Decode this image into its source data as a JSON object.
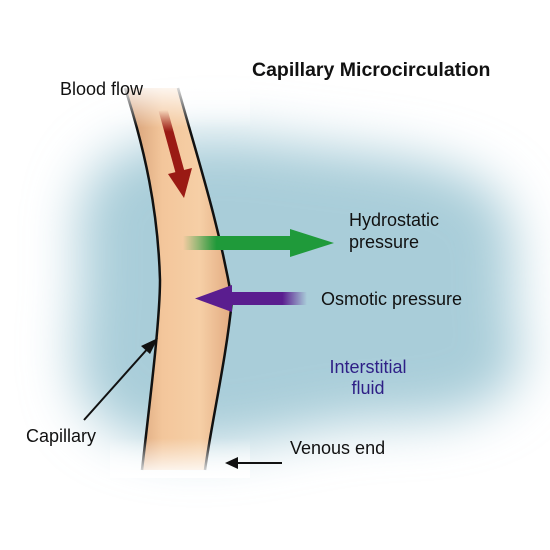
{
  "title": "Capillary Microcirculation",
  "labels": {
    "blood_flow": "Blood flow",
    "hydrostatic_line1": "Hydrostatic",
    "hydrostatic_line2": "pressure",
    "osmotic": "Osmotic pressure",
    "interstitial_line1": "Interstitial",
    "interstitial_line2": "fluid",
    "capillary": "Capillary",
    "venous_end": "Venous end"
  },
  "colors": {
    "interstitial_fluid": "#a9cdd9",
    "capillary_fill": "#f1c092",
    "capillary_shade": "#d9a27a",
    "blood_flow_arrow": "#9a1a14",
    "hydrostatic_arrow": "#1f9a3a",
    "osmotic_arrow": "#5a1d8f",
    "fluid_text": "#2e1f86"
  },
  "icons": {
    "blood_flow": "arrow-down-right",
    "hydrostatic": "arrow-right",
    "osmotic": "arrow-left",
    "capillary_pointer": "arrow-up-right",
    "venous_pointer": "arrow-left"
  }
}
